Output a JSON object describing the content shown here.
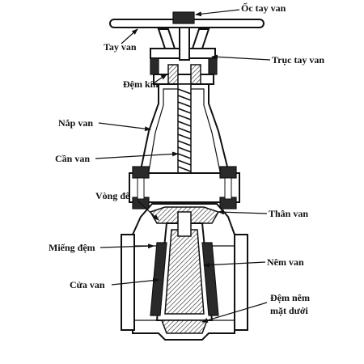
{
  "labels": {
    "oc_tay_van": "Ốc tay van",
    "tay_van": "Tay van",
    "truc_tay_van": "Trục tay van",
    "dem_kin": "Đệm kín",
    "nap_van": "Nắp van",
    "can_van": "Cần van",
    "vong_de": "Vòng đế",
    "than_van": "Thân van",
    "mieng_dem": "Miếng đệm",
    "nem_van": "Nêm van",
    "cua_van": "Cửa van",
    "dem_nem_line1": "Đệm nêm",
    "dem_nem_line2": "mặt dưới"
  }
}
